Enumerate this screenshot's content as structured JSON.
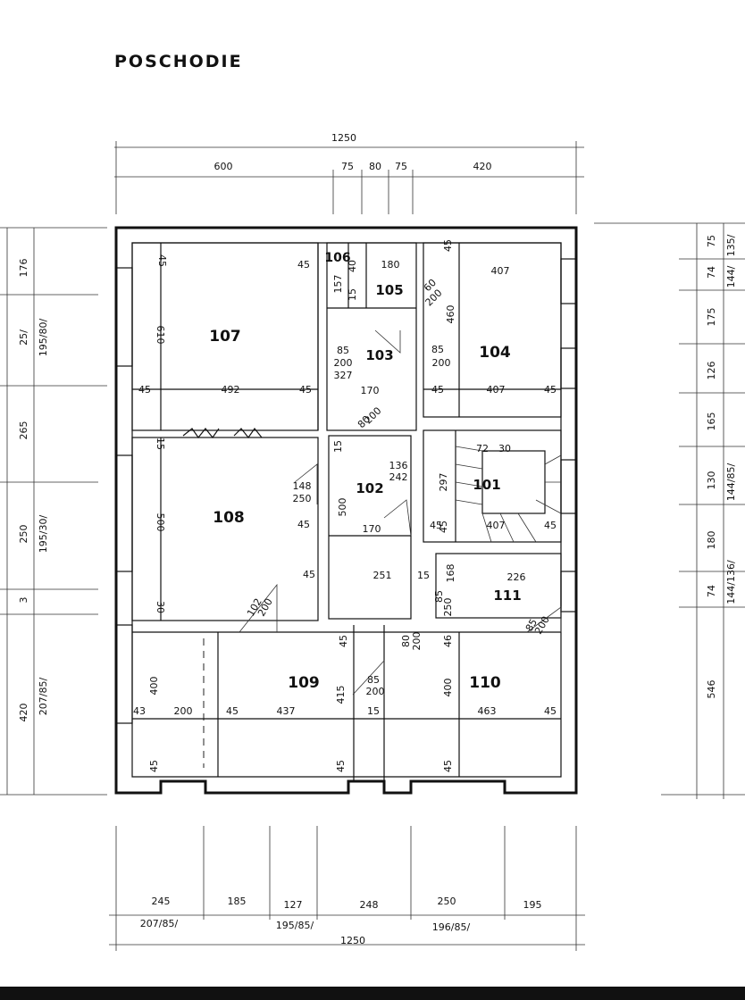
{
  "title": "POSCHODIE",
  "top_dims": {
    "total": "1250",
    "parts": [
      "600",
      "75",
      "80",
      "75",
      "420"
    ]
  },
  "bottom_dims": {
    "total": "1250",
    "parts": [
      "245",
      "185",
      "127",
      "248",
      "250",
      "195"
    ],
    "openings": [
      "207/85/",
      "195/85/",
      "196/85/"
    ]
  },
  "left_dims": [
    "176",
    "25/",
    "195/80/",
    "265",
    "250",
    "195/30/",
    "3",
    "420",
    "207/85/"
  ],
  "right_dims": [
    "75",
    "135/",
    "74",
    "144/",
    "175",
    "126",
    "165",
    "130",
    "144/85/",
    "180",
    "74",
    "144/136/",
    "546"
  ],
  "rooms": [
    {
      "id": "107",
      "dims": [
        "45",
        "610",
        "45",
        "492",
        "45",
        "45"
      ]
    },
    {
      "id": "106",
      "dims": [
        "157",
        "40",
        "15"
      ]
    },
    {
      "id": "105",
      "dims": [
        "180",
        "60",
        "200"
      ]
    },
    {
      "id": "104",
      "dims": [
        "45",
        "407",
        "460",
        "85",
        "200",
        "45",
        "407",
        "45"
      ]
    },
    {
      "id": "103",
      "dims": [
        "85",
        "200",
        "327",
        "170"
      ]
    },
    {
      "id": "102",
      "dims": [
        "15",
        "500",
        "170",
        "136",
        "242",
        "80",
        "200"
      ]
    },
    {
      "id": "101",
      "dims": [
        "297",
        "72",
        "30",
        "45",
        "407",
        "45",
        "45"
      ]
    },
    {
      "id": "108",
      "dims": [
        "15",
        "500",
        "30",
        "148",
        "250",
        "45",
        "45"
      ]
    },
    {
      "id": "111",
      "dims": [
        "226",
        "168",
        "85",
        "250"
      ]
    },
    {
      "id": "109",
      "dims": [
        "102",
        "200",
        "45",
        "437",
        "415",
        "15",
        "85",
        "200",
        "45"
      ]
    },
    {
      "id": "110",
      "dims": [
        "46",
        "400",
        "463",
        "45",
        "85",
        "200",
        "45"
      ]
    }
  ],
  "misc_dims": [
    "43",
    "200",
    "400",
    "45",
    "251",
    "15",
    "45",
    "80",
    "200"
  ]
}
